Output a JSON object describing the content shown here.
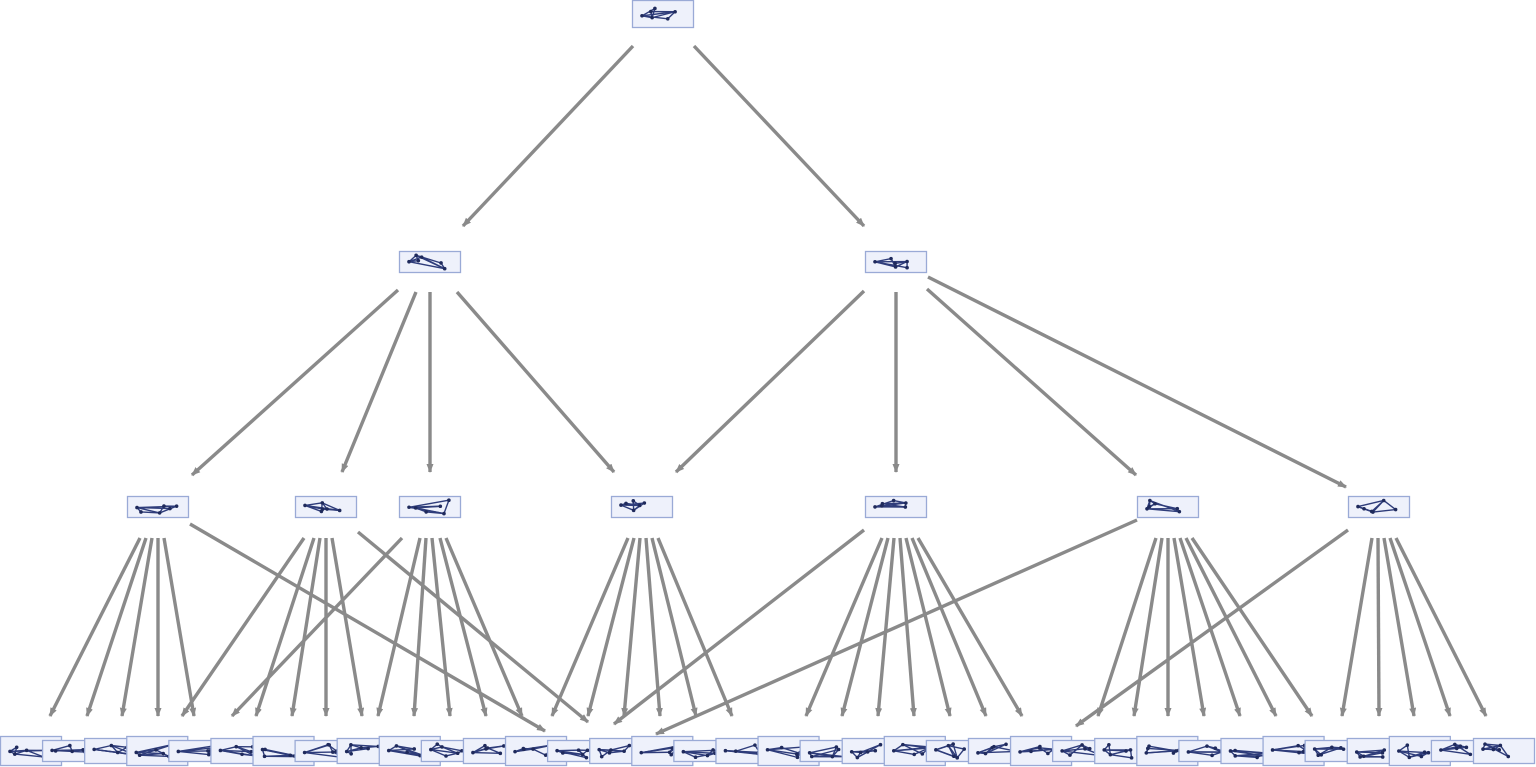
{
  "diagram": {
    "type": "multiway-graph-rewriting-tree",
    "node_style": {
      "box_fill": "#eef1fb",
      "box_stroke": "#9aaad6",
      "graph_color": "#2e3c7a"
    },
    "edge_style": {
      "color": "#8a8a8a",
      "arrow": "filled"
    },
    "levels": [
      {
        "name": "root",
        "node_count": 1
      },
      {
        "name": "generation-1",
        "node_count": 2
      },
      {
        "name": "generation-2",
        "node_count": 7
      },
      {
        "name": "generation-3",
        "node_count": 36
      }
    ],
    "edges": [
      [
        0,
        1
      ],
      [
        0,
        2
      ],
      [
        1,
        3
      ],
      [
        1,
        4
      ],
      [
        1,
        5
      ],
      [
        1,
        6
      ],
      [
        2,
        6
      ],
      [
        2,
        7
      ],
      [
        2,
        8
      ],
      [
        2,
        9
      ]
    ]
  }
}
